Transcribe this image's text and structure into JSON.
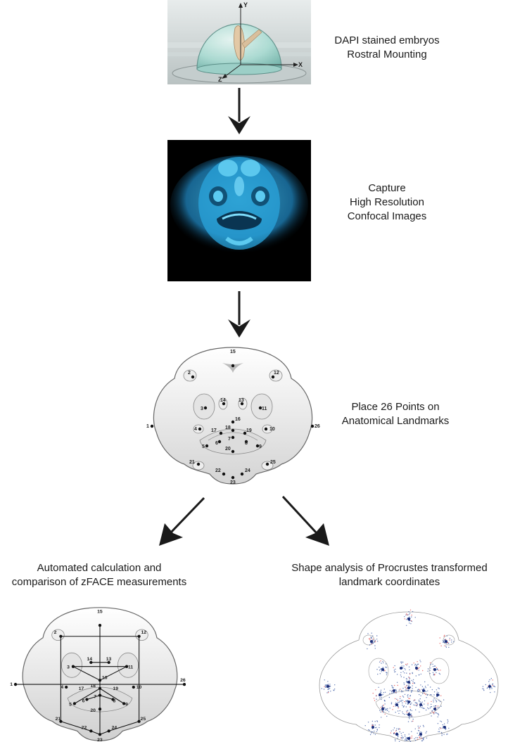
{
  "steps": {
    "step1": {
      "line1": "DAPI stained embryos",
      "line2": "Rostral Mounting"
    },
    "step2": {
      "line1": "Capture",
      "line2": "High Resolution",
      "line3": "Confocal Images"
    },
    "step3": {
      "line1": "Place 26 Points on",
      "line2": "Anatomical Landmarks"
    },
    "step4a": {
      "line1": "Automated calculation and",
      "line2": "comparison of zFACE measurements"
    },
    "step4b": {
      "line1": "Shape analysis of Procrustes transformed",
      "line2": "landmark coordinates"
    }
  },
  "axes": {
    "x": "X",
    "y": "Y",
    "z": "Z"
  },
  "landmarks": [
    "1",
    "2",
    "3",
    "4",
    "5",
    "6",
    "7",
    "8",
    "9",
    "10",
    "11",
    "12",
    "13",
    "14",
    "15",
    "16",
    "17",
    "18",
    "19",
    "20",
    "21",
    "22",
    "23",
    "24",
    "25",
    "26"
  ],
  "colors": {
    "arrow": "#1a1a1a",
    "confocal_bg": "#000000",
    "dapi": "#3ab8e8",
    "dome": "#9fd6cf"
  }
}
